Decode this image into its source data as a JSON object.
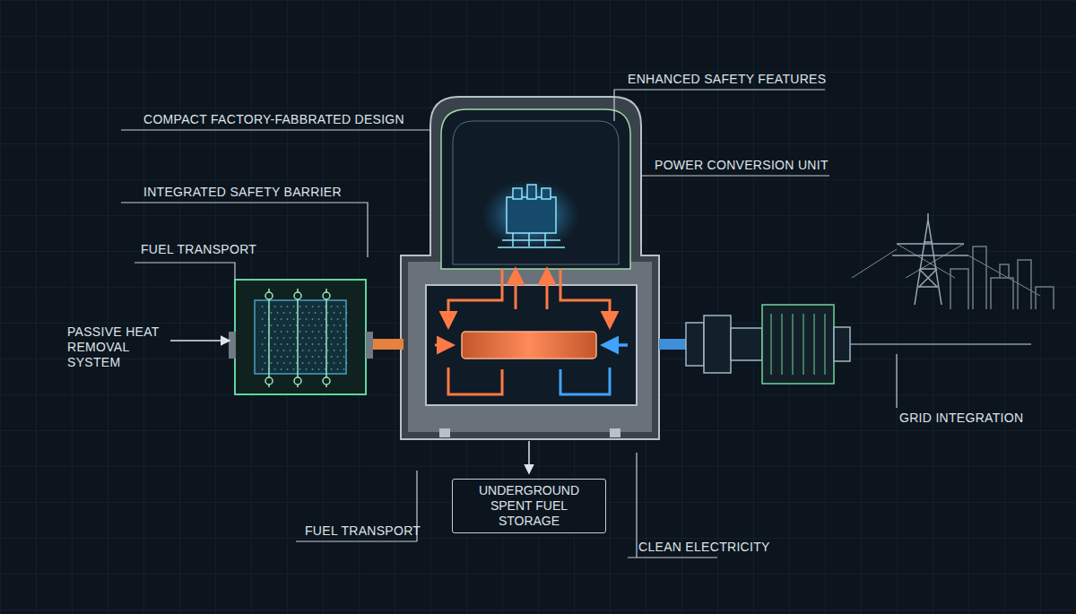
{
  "diagram": {
    "nodes": [
      {
        "text": [
          "UNDERGROUND SPENT FUEL STORAGE"
        ]
      }
    ],
    "labels": [
      "ENHANCED SAFETY FEATURES",
      "COMPACT FACTORY-FABBRATED DESIGN",
      "POWER CONVERSION UNIT",
      "INTEGRATED SAFETY BARRIER",
      "FUEL TRANSPORT",
      "PASSIVE HEAT REMOVAL SYSTEM",
      "GRID INTEGRATION",
      "FUEL TRANSPORT",
      "CLEAN ELECTRICITY"
    ]
  }
}
